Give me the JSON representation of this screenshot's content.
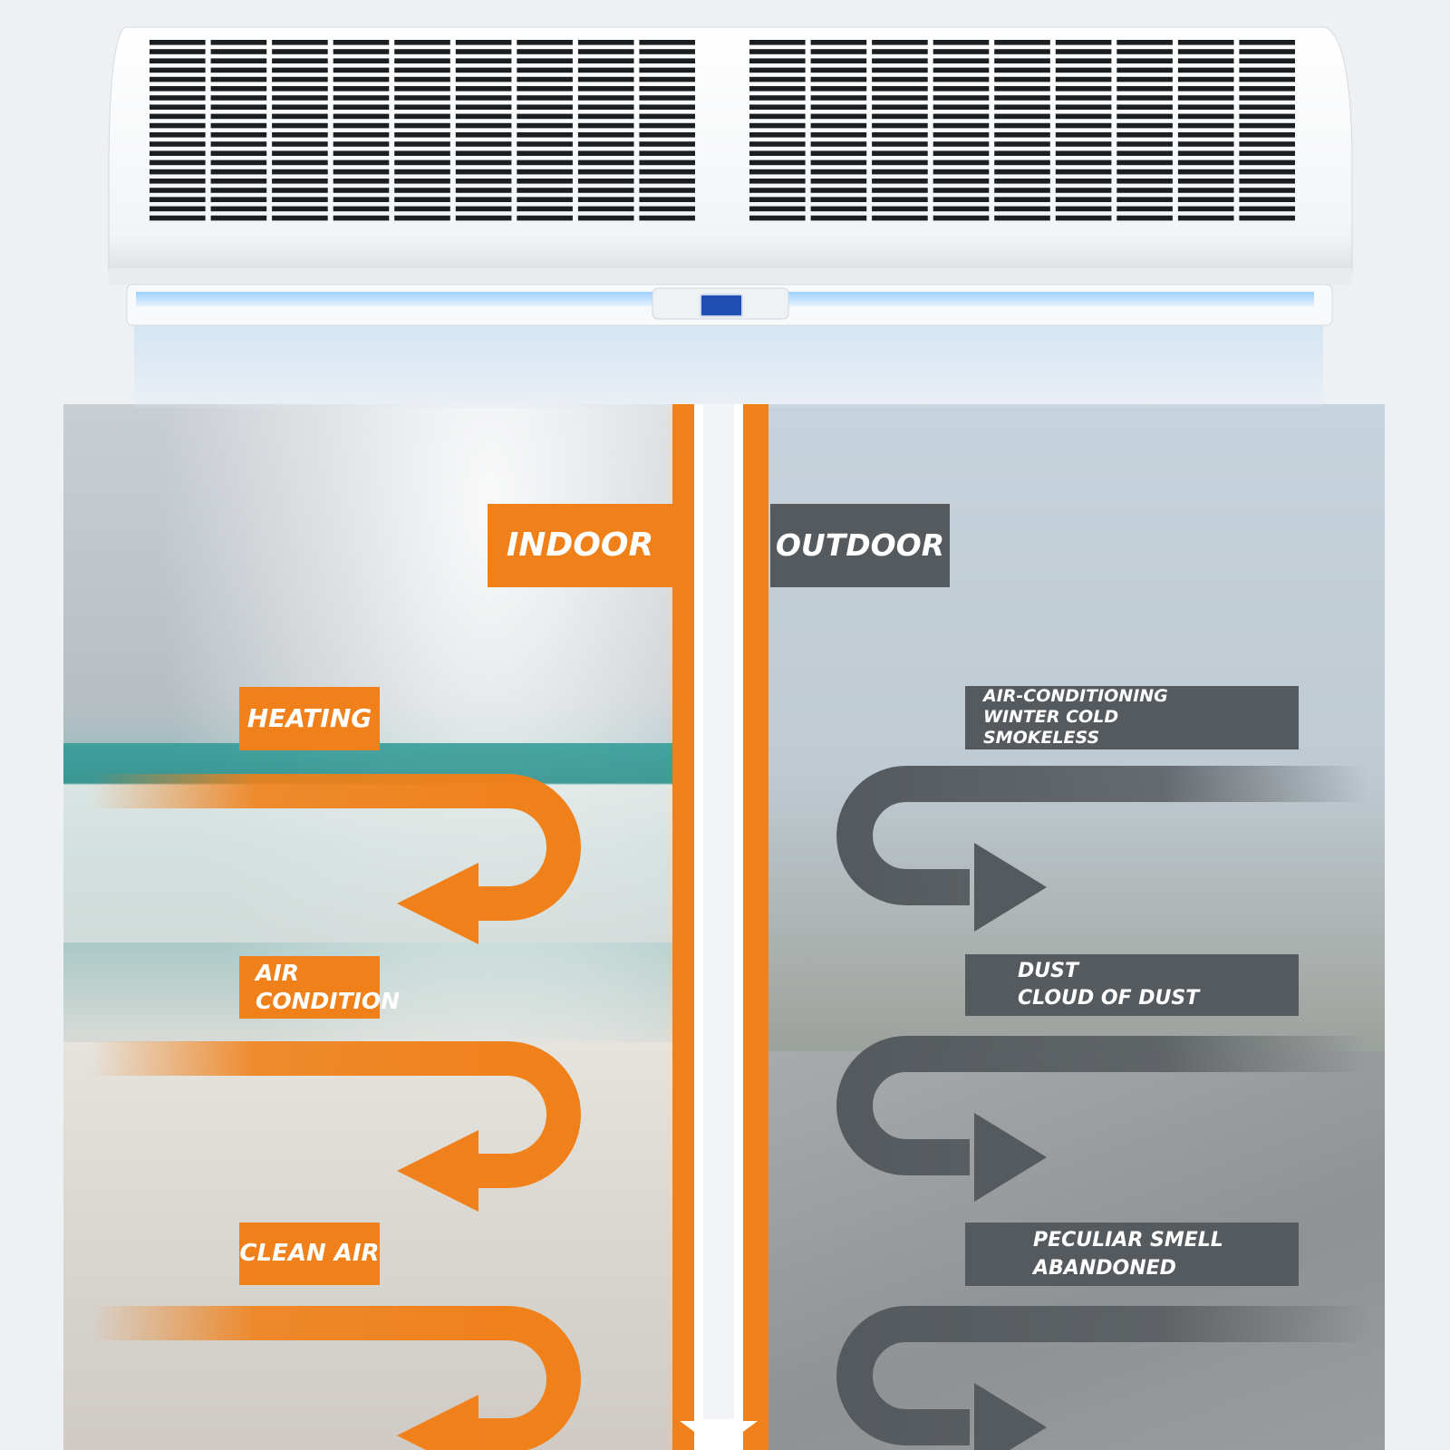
{
  "header": {
    "indoor_label": "INDOOR",
    "outdoor_label": "OUTDOOR"
  },
  "indoor": {
    "items": [
      {
        "lines": [
          "HEATING"
        ]
      },
      {
        "lines": [
          "AIR",
          "CONDITION"
        ]
      },
      {
        "lines": [
          "CLEAN AIR"
        ]
      }
    ]
  },
  "outdoor": {
    "items": [
      {
        "lines": [
          "AIR-CONDITIONING",
          "WINTER COLD",
          "SMOKELESS"
        ]
      },
      {
        "lines": [
          "DUST",
          "CLOUD OF DUST"
        ]
      },
      {
        "lines": [
          "PECULIAR SMELL",
          "ABANDONED"
        ]
      }
    ]
  },
  "colors": {
    "orange": "#f08019",
    "gray": "#555a5e",
    "device": "#ffffff",
    "airflow": "#cfe9ff"
  }
}
